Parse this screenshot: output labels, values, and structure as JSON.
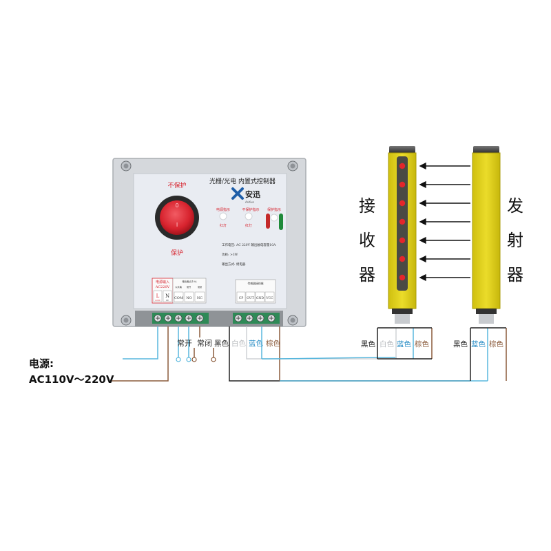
{
  "controller": {
    "title": "光栅/光电 内置式控制器",
    "brand": "安迅",
    "brand_sub": "AnXun",
    "switch_top_label": "不保护",
    "switch_bottom_label": "保护",
    "switch_mark_top": "0",
    "switch_mark_bottom": "I",
    "ind1_label": "电源指示",
    "ind1_sub": "红灯",
    "ind2_label": "不保护指示",
    "ind2_sub": "红灯",
    "ind3_label": "保护指示",
    "spec1": "工作电压: AC 220V 输出触电容量10A",
    "spec2": "功耗: >3W",
    "spec3": "输出方式: 继电器",
    "power_in_title": "电源输入",
    "power_in_sub": "AC220V",
    "relay_title": "输出触点10A",
    "sensor_title": "传感器接线端",
    "t_L": "L",
    "t_N": "N",
    "t_L_sub": "220V",
    "t_N_sub": "0V",
    "t_COM": "COM",
    "t_NO": "NO",
    "t_NC": "NC",
    "t_CP": "CP",
    "t_OUT": "OUT",
    "t_GND": "GND",
    "t_VCC": "VCC",
    "lbl_common": "公共端",
    "lbl_no": "常开",
    "lbl_nc": "常闭"
  },
  "wiring": {
    "under_no": "常开",
    "under_nc": "常闭",
    "ctrl_wires": [
      "黑色",
      "白色",
      "蓝色",
      "棕色"
    ],
    "power_label_1": "电源:",
    "power_label_2": "AC110V～220V"
  },
  "receiver": {
    "chars": [
      "接",
      "收",
      "器"
    ],
    "wires": [
      "黑色",
      "白色",
      "蓝色",
      "棕色"
    ]
  },
  "transmitter": {
    "chars": [
      "发",
      "射",
      "器"
    ],
    "wires": [
      "黑色",
      "蓝色",
      "棕色"
    ]
  },
  "colors": {
    "panel": "#e9ecf2",
    "housing": "#d5d8dc",
    "switch_red": "#d7232e",
    "curtain_yellow": "#e3d31c",
    "terminal_green": "#2e8a57",
    "wire_blue": "#58b7dd",
    "wire_brown": "#8a5a3a",
    "wire_black": "#222222"
  }
}
